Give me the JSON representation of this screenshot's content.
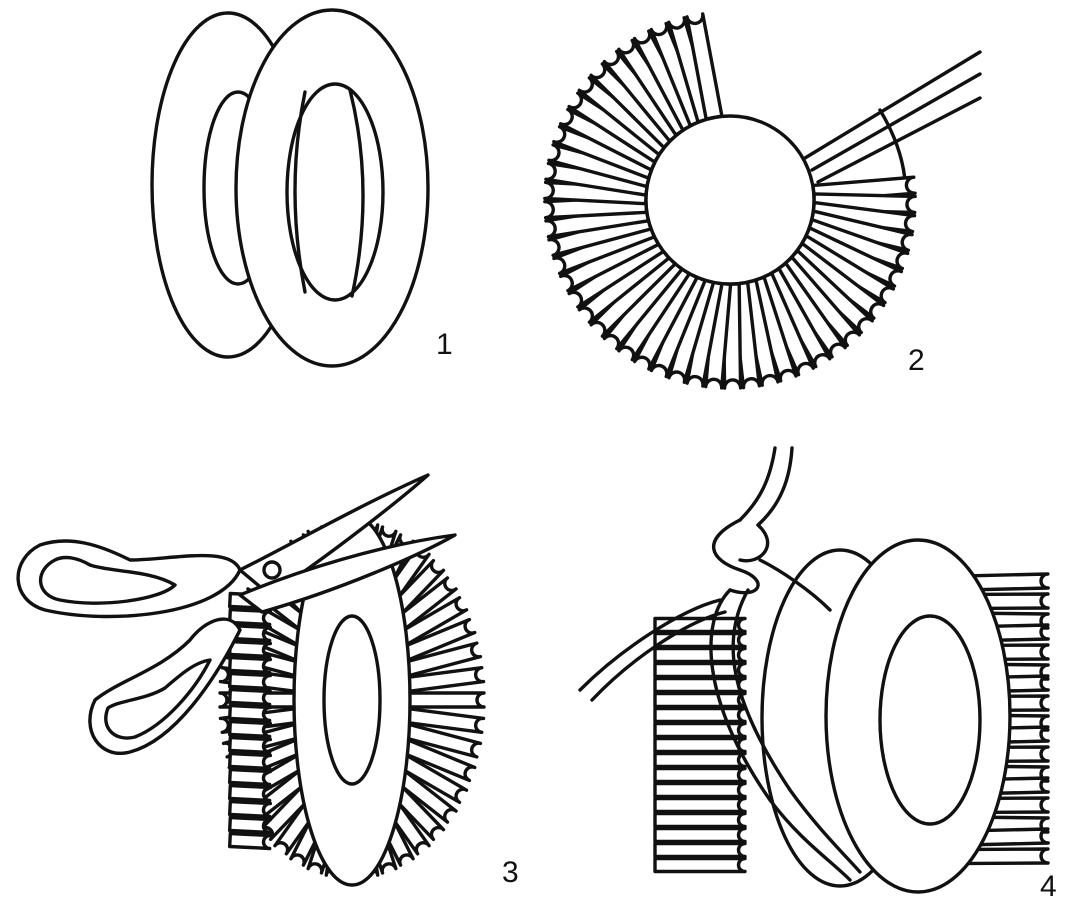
{
  "steps": [
    {
      "number": "1",
      "depicts": "two-ring-form"
    },
    {
      "number": "2",
      "depicts": "yarn-wrapped-ring"
    },
    {
      "number": "3",
      "depicts": "cutting-wrapped-ring"
    },
    {
      "number": "4",
      "depicts": "tying-pompom"
    }
  ],
  "colors": {
    "line": "#111111",
    "background": "#ffffff"
  }
}
